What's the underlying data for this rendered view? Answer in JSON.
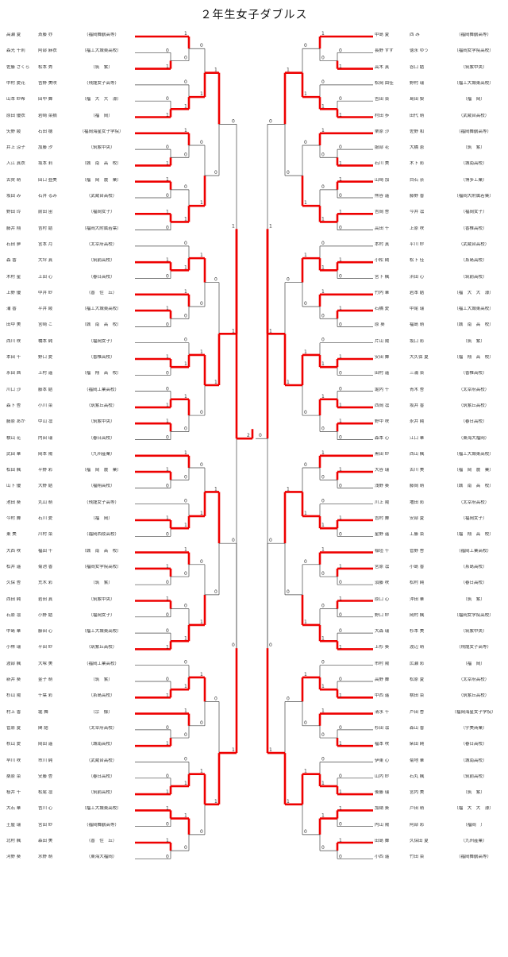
{
  "title": "２年生女子ダブルス",
  "left": [
    {
      "p1": "高瀬 夏",
      "p2": "斎藤 亦",
      "school": "（福岡舞鶴高等）"
    },
    {
      "p1": "森光 千莉",
      "p2": "阿部 麻衣",
      "school": "（福工大城東高校）"
    },
    {
      "p1": "佐藤 さくら",
      "p2": "松本 秀",
      "school": "（筑　紫）"
    },
    {
      "p1": "中村 愛花",
      "p2": "吉野 美咲",
      "school": "（飛龍女子高等）"
    },
    {
      "p1": "山本 紗希",
      "p2": "田中 舞",
      "school": "（福　大　大　濠）"
    },
    {
      "p1": "原田 優衣",
      "p2": "岩崎 菜摘",
      "school": "（福　岡）"
    },
    {
      "p1": "矢野 綾",
      "p2": "石田 穂",
      "school": "（福岡海星女子学院）"
    },
    {
      "p1": "井上 涼子",
      "p2": "加藤 汐",
      "school": "（筑紫中央）"
    },
    {
      "p1": "入江 真衣",
      "p2": "坂本 莉",
      "school": "（城　南　高　校）"
    },
    {
      "p1": "古賀 萌",
      "p2": "田口 亜美",
      "school": "（福　岡　農　業）"
    },
    {
      "p1": "坂田 み",
      "p2": "石井 るみ",
      "school": "（武蔵台高校）"
    },
    {
      "p1": "野田 玲",
      "p2": "前田 宙",
      "school": "（福岡女子）"
    },
    {
      "p1": "藤井 翔",
      "p2": "吉村 結",
      "school": "（福岡大附属若葉）"
    },
    {
      "p1": "石田 夢",
      "p2": "宮本 月",
      "school": "（太宰府高校）"
    },
    {
      "p1": "森 香",
      "p2": "大坪 真",
      "school": "（筑前高校）"
    },
    {
      "p1": "木村 星",
      "p2": "上田 心",
      "school": "（春日高校）"
    },
    {
      "p1": "上野 優",
      "p2": "中井 紗",
      "school": "（香　住　丘）"
    },
    {
      "p1": "浦 香",
      "p2": "平井 綾",
      "school": "（福工大城東高校）"
    },
    {
      "p1": "田中 美",
      "p2": "宮崎 こ",
      "school": "（城　南　高　校）"
    },
    {
      "p1": "西川 咲",
      "p2": "橋本 純",
      "school": "（福岡女子）"
    },
    {
      "p1": "本田 千",
      "p2": "野口 愛",
      "school": "（香椎高校）"
    },
    {
      "p1": "永田 茜",
      "p2": "上村 遥",
      "school": "（福　翔　高　校）"
    },
    {
      "p1": "川口 沙",
      "p2": "藤本 結",
      "school": "（福岡工業高校）"
    },
    {
      "p1": "森下 杏",
      "p2": "小川 菜",
      "school": "（筑紫丘高校）"
    },
    {
      "p1": "藤原 あか",
      "p2": "中山 凛",
      "school": "（筑紫中央）"
    },
    {
      "p1": "横山 花",
      "p2": "内田 瑞",
      "school": "（春日高校）"
    },
    {
      "p1": "武田 華",
      "p2": "岡本 陽",
      "school": "（九州産業）"
    },
    {
      "p1": "松田 楓",
      "p2": "平野 彩",
      "school": "（福　岡　農　業）"
    },
    {
      "p1": "山下 優",
      "p2": "大野 結",
      "school": "（福翔高校）"
    },
    {
      "p1": "池田 葵",
      "p2": "丸山 萌",
      "school": "（飛龍女子高等）"
    },
    {
      "p1": "今村 舞",
      "p2": "石川 愛",
      "school": "（福　岡）"
    },
    {
      "p1": "東 美",
      "p2": "川村 菜",
      "school": "（福岡西陵高校）"
    },
    {
      "p1": "大西 咲",
      "p2": "福田 千",
      "school": "（城　南　高　校）"
    },
    {
      "p1": "松井 遥",
      "p2": "菊池 香",
      "school": "（福岡女学院高校）"
    },
    {
      "p1": "久保 杏",
      "p2": "荒木 彩",
      "school": "（筑　紫）"
    },
    {
      "p1": "西田 純",
      "p2": "岩田 真",
      "school": "（筑紫中央）"
    },
    {
      "p1": "石原 凛",
      "p2": "小野 結",
      "school": "（福岡女子）"
    },
    {
      "p1": "中島 華",
      "p2": "藤田 心",
      "school": "（福工大城東高校）"
    },
    {
      "p1": "小林 瑞",
      "p2": "平田 紗",
      "school": "（筑紫丘高校）"
    },
    {
      "p1": "渡部 楓",
      "p2": "大塚 美",
      "school": "（福岡工業高校）"
    },
    {
      "p1": "新井 葵",
      "p2": "金子 萌",
      "school": "（筑　紫）"
    },
    {
      "p1": "杉山 陽",
      "p2": "千葉 彩",
      "school": "（糸島高校）"
    },
    {
      "p1": "村上 香",
      "p2": "堀 舞",
      "school": "（宗　像）"
    },
    {
      "p1": "菅原 夏",
      "p2": "関 結",
      "school": "（太宰府高校）"
    },
    {
      "p1": "秋山 愛",
      "p2": "岡田 遥",
      "school": "（城南高校）"
    },
    {
      "p1": "早川 咲",
      "p2": "市川 純",
      "school": "（武蔵台高校）"
    },
    {
      "p1": "桑原 菜",
      "p2": "安藤 杏",
      "school": "（春日高校）"
    },
    {
      "p1": "桜井 千",
      "p2": "松尾 凛",
      "school": "（筑前高校）"
    },
    {
      "p1": "大石 華",
      "p2": "吉川 心",
      "school": "（福工大城東高校）"
    },
    {
      "p1": "土屋 瑞",
      "p2": "宮田 紗",
      "school": "（福岡舞鶴高等）"
    },
    {
      "p1": "北村 楓",
      "p2": "森田 美",
      "school": "（香　住　丘）"
    },
    {
      "p1": "河野 葵",
      "p2": "水野 萌",
      "school": "（東海大福岡）"
    }
  ],
  "right": [
    {
      "p1": "中島 夏",
      "p2": "西 み",
      "school": "（福岡舞鶴高等）"
    },
    {
      "p1": "長野 すず",
      "p2": "徳永 ゆう",
      "school": "（福岡女学院高校）"
    },
    {
      "p1": "高木 真",
      "p2": "谷口 結",
      "school": "（筑紫中央）"
    },
    {
      "p1": "松岡 由佳",
      "p2": "野村 瑞",
      "school": "（福工大城東高校）"
    },
    {
      "p1": "吉田 菜",
      "p2": "島田 梨",
      "school": "（福　岡）"
    },
    {
      "p1": "村田 歩",
      "p2": "田代 萌",
      "school": "（武蔵台高校）"
    },
    {
      "p1": "栗原 沙",
      "p2": "佐野 和",
      "school": "（福岡舞鶴高等）"
    },
    {
      "p1": "服部 花",
      "p2": "大橋 恵",
      "school": "（筑　紫）"
    },
    {
      "p1": "石川 美",
      "p2": "木下 彩",
      "school": "（城南高校）"
    },
    {
      "p1": "山崎 加",
      "p2": "白石 奈",
      "school": "（博多工業）"
    },
    {
      "p1": "熊谷 遥",
      "p2": "藤野 香",
      "school": "（福岡大附属若葉）"
    },
    {
      "p1": "吉岡 杏",
      "p2": "今井 凛",
      "school": "（福岡女子）"
    },
    {
      "p1": "高田 千",
      "p2": "上原 咲",
      "school": "（香椎高校）"
    },
    {
      "p1": "本村 真",
      "p2": "平川 紗",
      "school": "（武蔵台高校）"
    },
    {
      "p1": "小松 純",
      "p2": "松下 佳",
      "school": "（糸島高校）"
    },
    {
      "p1": "宮下 楓",
      "p2": "浜田 心",
      "school": "（筑前高校）"
    },
    {
      "p1": "竹内 華",
      "p2": "岩本 結",
      "school": "（福　大　大　濠）"
    },
    {
      "p1": "石橋 愛",
      "p2": "中尾 瑞",
      "school": "（福工大城東高校）"
    },
    {
      "p1": "原 葵",
      "p2": "福島 萌",
      "school": "（城　南　高　校）"
    },
    {
      "p1": "片山 陽",
      "p2": "坂口 彩",
      "school": "（筑　紫）"
    },
    {
      "p1": "安田 舞",
      "p2": "大久保 夏",
      "school": "（福　翔　高　校）"
    },
    {
      "p1": "田村 遥",
      "p2": "三浦 菜",
      "school": "（香椎高校）"
    },
    {
      "p1": "堀内 千",
      "p2": "青木 杏",
      "school": "（太宰府高校）"
    },
    {
      "p1": "西岡 凛",
      "p2": "坂井 香",
      "school": "（筑紫丘高校）"
    },
    {
      "p1": "野中 咲",
      "p2": "永井 純",
      "school": "（春日高校）"
    },
    {
      "p1": "森本 心",
      "p2": "江口 華",
      "school": "（東海大福岡）"
    },
    {
      "p1": "黒田 紗",
      "p2": "西山 楓",
      "school": "（福工大城東高校）"
    },
    {
      "p1": "大谷 瑞",
      "p2": "古川 美",
      "school": "（福　岡　農　業）"
    },
    {
      "p1": "浅野 葵",
      "p2": "藤岡 萌",
      "school": "（城　南　高　校）"
    },
    {
      "p1": "川上 陽",
      "p2": "増田 彩",
      "school": "（太宰府高校）"
    },
    {
      "p1": "吉村 舞",
      "p2": "安部 夏",
      "school": "（福岡女子）"
    },
    {
      "p1": "星野 遥",
      "p2": "工藤 菜",
      "school": "（福　翔　高　校）"
    },
    {
      "p1": "稲垣 千",
      "p2": "菅野 杏",
      "school": "（福岡工業高校）"
    },
    {
      "p1": "宮原 凛",
      "p2": "小島 香",
      "school": "（糸島高校）"
    },
    {
      "p1": "須藤 咲",
      "p2": "松村 純",
      "school": "（春日高校）"
    },
    {
      "p1": "原口 心",
      "p2": "沖田 華",
      "school": "（筑　紫）"
    },
    {
      "p1": "野口 紗",
      "p2": "岡村 楓",
      "school": "（福岡女学院高校）"
    },
    {
      "p1": "大森 瑞",
      "p2": "杉本 美",
      "school": "（筑紫中央）"
    },
    {
      "p1": "上杉 葵",
      "p2": "渡辺 萌",
      "school": "（飛龍女子高等）"
    },
    {
      "p1": "市村 陽",
      "p2": "広瀬 彩",
      "school": "（福　岡）"
    },
    {
      "p1": "高野 舞",
      "p2": "松原 夏",
      "school": "（太宰府高校）"
    },
    {
      "p1": "中西 遥",
      "p2": "横田 菜",
      "school": "（筑紫丘高校）"
    },
    {
      "p1": "清水 千",
      "p2": "芦田 杏",
      "school": "（福岡海星女子学院）"
    },
    {
      "p1": "杉田 凛",
      "p2": "森山 香",
      "school": "（宇美商業）"
    },
    {
      "p1": "福本 咲",
      "p2": "柴田 純",
      "school": "（春日高校）"
    },
    {
      "p1": "伊東 心",
      "p2": "菊地 華",
      "school": "（城南高校）"
    },
    {
      "p1": "山内 紗",
      "p2": "石丸 楓",
      "school": "（筑前高校）"
    },
    {
      "p1": "後藤 瑞",
      "p2": "宮内 美",
      "school": "（筑　紫）"
    },
    {
      "p1": "加納 葵",
      "p2": "戸田 萌",
      "school": "（福　大　大　濠）"
    },
    {
      "p1": "内山 陽",
      "p2": "阿部 彩",
      "school": "（福岡　）"
    },
    {
      "p1": "田島 舞",
      "p2": "久保田 夏",
      "school": "（九州産業）"
    },
    {
      "p1": "小西 遥",
      "p2": "竹田 菜",
      "school": "（福岡舞鶴高等）"
    }
  ],
  "marks": {
    "win": "1",
    "lose": "0",
    "final_win": "2",
    "final_lose": "0"
  }
}
